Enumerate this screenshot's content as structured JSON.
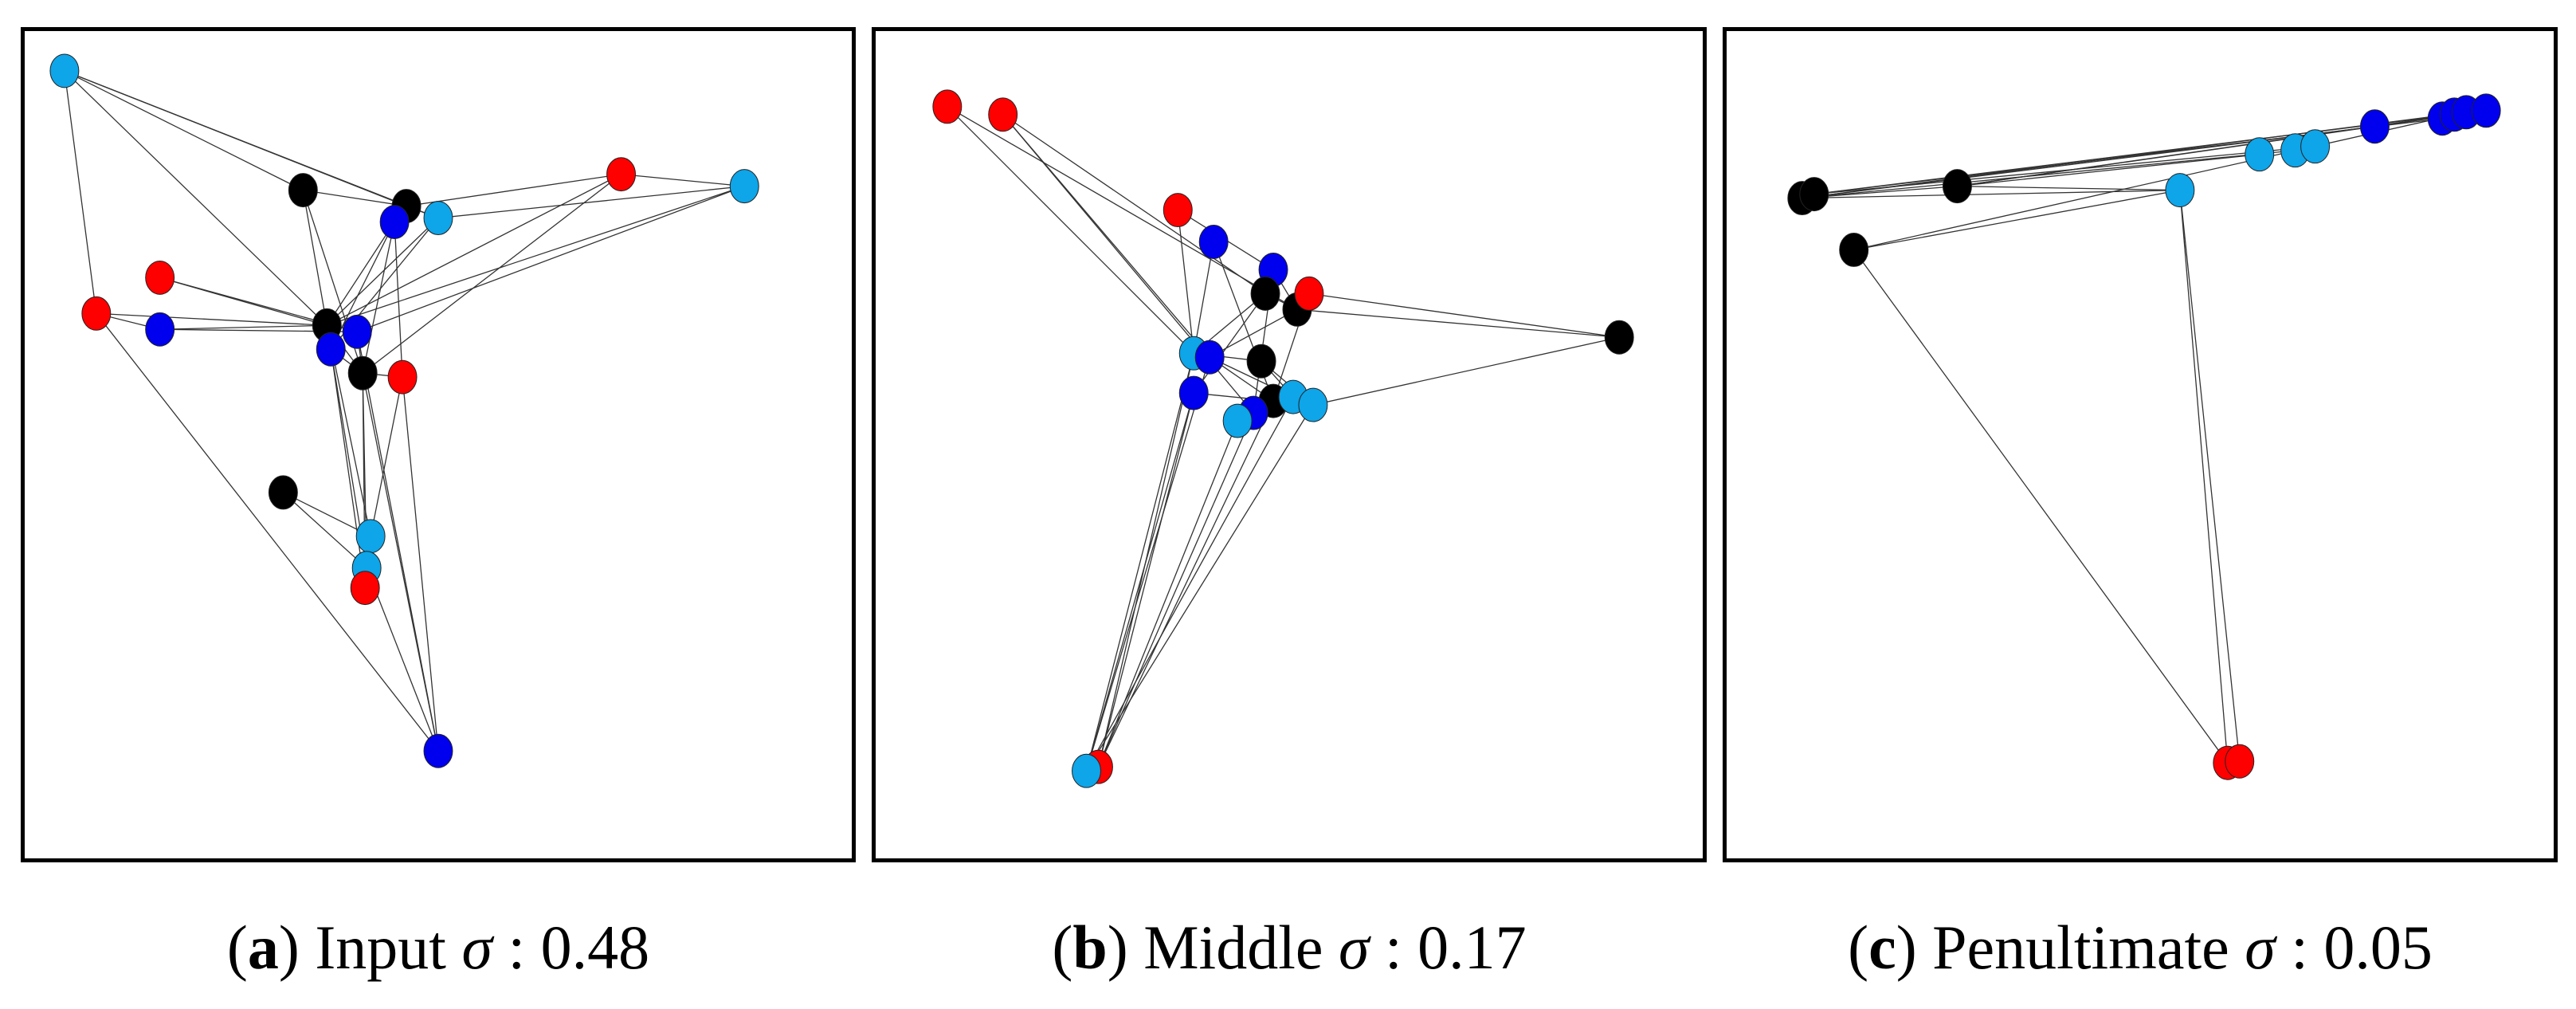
{
  "colors": {
    "red": "#ff0000",
    "blue": "#0000ee",
    "cyan": "#0ea5e9",
    "black": "#000000"
  },
  "panels": [
    {
      "caption": {
        "letter": "a",
        "label": "Input",
        "symbol": "σ",
        "sep": ":",
        "value": "0.48"
      },
      "nodes": [
        [
          "c",
          50,
          50
        ],
        [
          "k",
          350,
          200
        ],
        [
          "k",
          480,
          220
        ],
        [
          "b",
          465,
          240
        ],
        [
          "c",
          520,
          235
        ],
        [
          "r",
          750,
          180
        ],
        [
          "c",
          905,
          195
        ],
        [
          "r",
          170,
          310
        ],
        [
          "r",
          90,
          355
        ],
        [
          "b",
          170,
          375
        ],
        [
          "k",
          380,
          370
        ],
        [
          "b",
          418,
          378
        ],
        [
          "b",
          385,
          400
        ],
        [
          "k",
          425,
          430
        ],
        [
          "r",
          475,
          435
        ],
        [
          "k",
          325,
          580
        ],
        [
          "c",
          435,
          635
        ],
        [
          "c",
          430,
          675
        ],
        [
          "r",
          428,
          700
        ],
        [
          "b",
          520,
          905
        ]
      ],
      "edges": [
        [
          0,
          1
        ],
        [
          0,
          2
        ],
        [
          0,
          4
        ],
        [
          0,
          8
        ],
        [
          0,
          10
        ],
        [
          1,
          10
        ],
        [
          1,
          13
        ],
        [
          1,
          2
        ],
        [
          2,
          4
        ],
        [
          2,
          5
        ],
        [
          5,
          6
        ],
        [
          4,
          6
        ],
        [
          5,
          10
        ],
        [
          6,
          10
        ],
        [
          5,
          13
        ],
        [
          6,
          11
        ],
        [
          4,
          10
        ],
        [
          8,
          9
        ],
        [
          8,
          10
        ],
        [
          8,
          19
        ],
        [
          9,
          10
        ],
        [
          9,
          11
        ],
        [
          7,
          10
        ],
        [
          7,
          11
        ],
        [
          3,
          10
        ],
        [
          3,
          12
        ],
        [
          3,
          14
        ],
        [
          10,
          13
        ],
        [
          11,
          13
        ],
        [
          12,
          13
        ],
        [
          13,
          14
        ],
        [
          13,
          17
        ],
        [
          13,
          19
        ],
        [
          12,
          17
        ],
        [
          10,
          16
        ],
        [
          15,
          16
        ],
        [
          15,
          17
        ],
        [
          14,
          16
        ],
        [
          14,
          19
        ],
        [
          16,
          18
        ],
        [
          17,
          19
        ],
        [
          12,
          18
        ],
        [
          11,
          19
        ],
        [
          3,
          13
        ],
        [
          13,
          18
        ],
        [
          4,
          12
        ]
      ]
    },
    {
      "caption": {
        "letter": "b",
        "label": "Middle",
        "symbol": "σ",
        "sep": ":",
        "value": "0.17"
      },
      "nodes": [
        [
          "r",
          90,
          95
        ],
        [
          "r",
          160,
          105
        ],
        [
          "r",
          380,
          225
        ],
        [
          "b",
          425,
          265
        ],
        [
          "b",
          500,
          300
        ],
        [
          "k",
          490,
          330
        ],
        [
          "k",
          530,
          350
        ],
        [
          "r",
          545,
          330
        ],
        [
          "k",
          935,
          385
        ],
        [
          "c",
          400,
          405
        ],
        [
          "b",
          420,
          410
        ],
        [
          "k",
          485,
          415
        ],
        [
          "b",
          400,
          455
        ],
        [
          "k",
          500,
          465
        ],
        [
          "c",
          525,
          460
        ],
        [
          "b",
          475,
          480
        ],
        [
          "c",
          550,
          470
        ],
        [
          "c",
          455,
          490
        ],
        [
          "r",
          280,
          925
        ],
        [
          "c",
          265,
          930
        ]
      ],
      "edges": [
        [
          0,
          9
        ],
        [
          0,
          6
        ],
        [
          1,
          10
        ],
        [
          1,
          5
        ],
        [
          1,
          15
        ],
        [
          2,
          4
        ],
        [
          2,
          9
        ],
        [
          3,
          9
        ],
        [
          3,
          13
        ],
        [
          4,
          6
        ],
        [
          4,
          15
        ],
        [
          5,
          6
        ],
        [
          5,
          12
        ],
        [
          6,
          8
        ],
        [
          7,
          8
        ],
        [
          7,
          13
        ],
        [
          8,
          16
        ],
        [
          9,
          11
        ],
        [
          9,
          18
        ],
        [
          10,
          13
        ],
        [
          10,
          19
        ],
        [
          11,
          14
        ],
        [
          12,
          18
        ],
        [
          12,
          19
        ],
        [
          13,
          17
        ],
        [
          14,
          19
        ],
        [
          15,
          18
        ],
        [
          16,
          19
        ],
        [
          17,
          18
        ],
        [
          9,
          19
        ],
        [
          10,
          14
        ],
        [
          11,
          16
        ],
        [
          5,
          9
        ],
        [
          6,
          10
        ],
        [
          13,
          18
        ],
        [
          12,
          16
        ]
      ]
    },
    {
      "caption": {
        "letter": "c",
        "label": "Penultimate",
        "symbol": "σ",
        "sep": ":",
        "value": "0.05"
      },
      "nodes": [
        [
          "k",
          95,
          210
        ],
        [
          "k",
          110,
          205
        ],
        [
          "k",
          290,
          195
        ],
        [
          "k",
          160,
          275
        ],
        [
          "c",
          570,
          200
        ],
        [
          "c",
          670,
          155
        ],
        [
          "c",
          715,
          150
        ],
        [
          "c",
          740,
          145
        ],
        [
          "b",
          815,
          120
        ],
        [
          "b",
          900,
          110
        ],
        [
          "b",
          915,
          105
        ],
        [
          "b",
          930,
          102
        ],
        [
          "b",
          955,
          100
        ],
        [
          "r",
          630,
          920
        ],
        [
          "r",
          645,
          918
        ]
      ],
      "edges": [
        [
          0,
          2
        ],
        [
          0,
          4
        ],
        [
          0,
          8
        ],
        [
          0,
          11
        ],
        [
          1,
          9
        ],
        [
          1,
          12
        ],
        [
          2,
          12
        ],
        [
          2,
          10
        ],
        [
          2,
          5
        ],
        [
          3,
          4
        ],
        [
          3,
          13
        ],
        [
          4,
          14
        ],
        [
          3,
          11
        ],
        [
          1,
          7
        ],
        [
          0,
          6
        ],
        [
          2,
          4
        ],
        [
          4,
          13
        ]
      ]
    }
  ]
}
